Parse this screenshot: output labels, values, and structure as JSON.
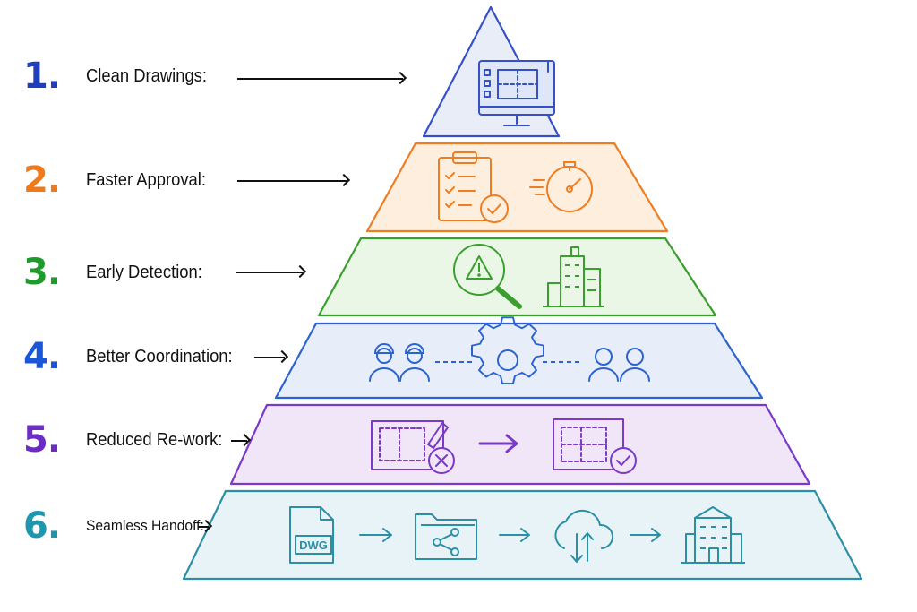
{
  "levels": [
    {
      "number": "1.",
      "label": "Clean Drawings:",
      "color": "#1f3fbf",
      "stroke": "#3451c7",
      "fill": "#e8edf8",
      "icons": [
        "monitor-blueprint-icon"
      ]
    },
    {
      "number": "2.",
      "label": "Faster Approval:",
      "color": "#f07a1a",
      "stroke": "#ef7d22",
      "fill": "#fdeede",
      "icons": [
        "clipboard-checklist-icon",
        "stopwatch-icon"
      ]
    },
    {
      "number": "3.",
      "label": "Early Detection:",
      "color": "#1f9a2d",
      "stroke": "#3a9f2e",
      "fill": "#eaf6e6",
      "icons": [
        "warning-magnifier-icon",
        "buildings-icon"
      ]
    },
    {
      "number": "4.",
      "label": "Better Coordination:",
      "color": "#1a56d8",
      "stroke": "#2d63cf",
      "fill": "#e7eefa",
      "icons": [
        "engineers-icon",
        "gear-icon",
        "users-icon"
      ]
    },
    {
      "number": "5.",
      "label": "Reduced Re-work:",
      "color": "#6b2bc4",
      "stroke": "#7a3ac7",
      "fill": "#f1e6f8",
      "icons": [
        "blueprint-reject-icon",
        "blueprint-approve-icon"
      ]
    },
    {
      "number": "6.",
      "label": "Seamless Handoff:",
      "color": "#1e96ae",
      "stroke": "#2b8fa5",
      "fill": "#e8f3f7",
      "icons": [
        "dwg-file-icon",
        "shared-folder-icon",
        "cloud-sync-icon",
        "building-icon"
      ]
    }
  ],
  "dwg_text": "DWG"
}
